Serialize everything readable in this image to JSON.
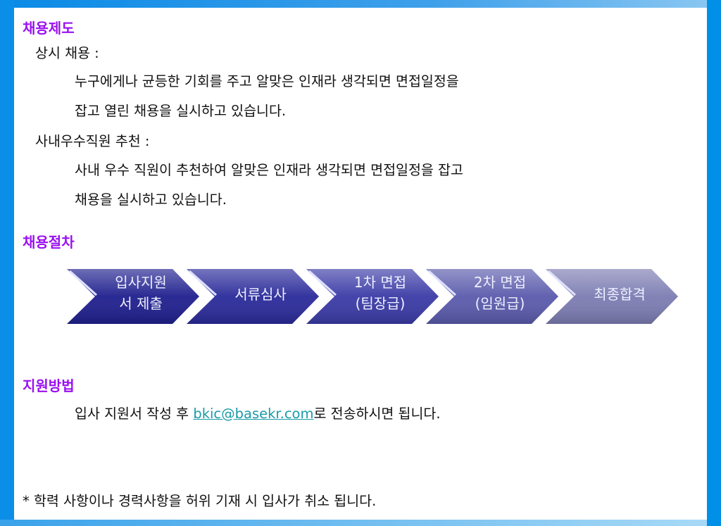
{
  "sections": {
    "system": {
      "title": "채용제도",
      "regular_label": "상시 채용 :",
      "regular_line1": "누구에게나 균등한 기회를 주고 알맞은 인재라 생각되면 면접일정을",
      "regular_line2": "잡고 열린 채용을 실시하고 있습니다.",
      "referral_label": "사내우수직원 추천 :",
      "referral_line1": "사내 우수 직원이 추천하여 알맞은 인재라 생각되면 면접일정을 잡고",
      "referral_line2": "채용을 실시하고 있습니다."
    },
    "process": {
      "title": "채용절차",
      "steps": [
        {
          "line1": "입사지원",
          "line2": "서 제출",
          "color": "#1f1f8e"
        },
        {
          "line1": "서류심사",
          "line2": "",
          "color": "#2a2a9a"
        },
        {
          "line1": "1차 면접",
          "line2": "(팀장급)",
          "color": "#3a3aa6"
        },
        {
          "line1": "2차 면접",
          "line2": "(임원급)",
          "color": "#5a5aac"
        },
        {
          "line1": "최종합격",
          "line2": "",
          "color": "#7c7cb2"
        }
      ]
    },
    "apply": {
      "title": "지원방법",
      "prefix": "입사 지원서 작성 후 ",
      "email": "bkic@basekr.com",
      "suffix": "로 전송하시면 됩니다."
    },
    "footnote": "* 학력 사항이나 경력사항을 허위 기재 시 입사가 취소 됩니다."
  }
}
